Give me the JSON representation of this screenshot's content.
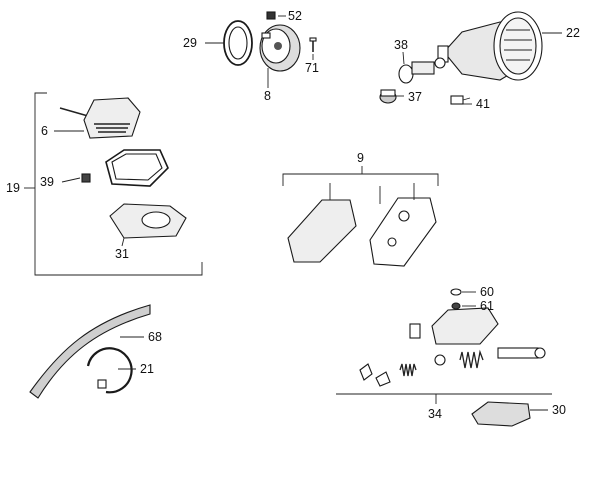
{
  "diagram": {
    "callouts": {
      "c52": "52",
      "c29": "29",
      "c71": "71",
      "c8": "8",
      "c38": "38",
      "c22": "22",
      "c37": "37",
      "c41": "41",
      "c19": "19",
      "c6": "6",
      "c39": "39",
      "c31": "31",
      "c9": "9",
      "c60": "60",
      "c61": "61",
      "c68": "68",
      "c21": "21",
      "c34": "34",
      "c30": "30"
    }
  }
}
